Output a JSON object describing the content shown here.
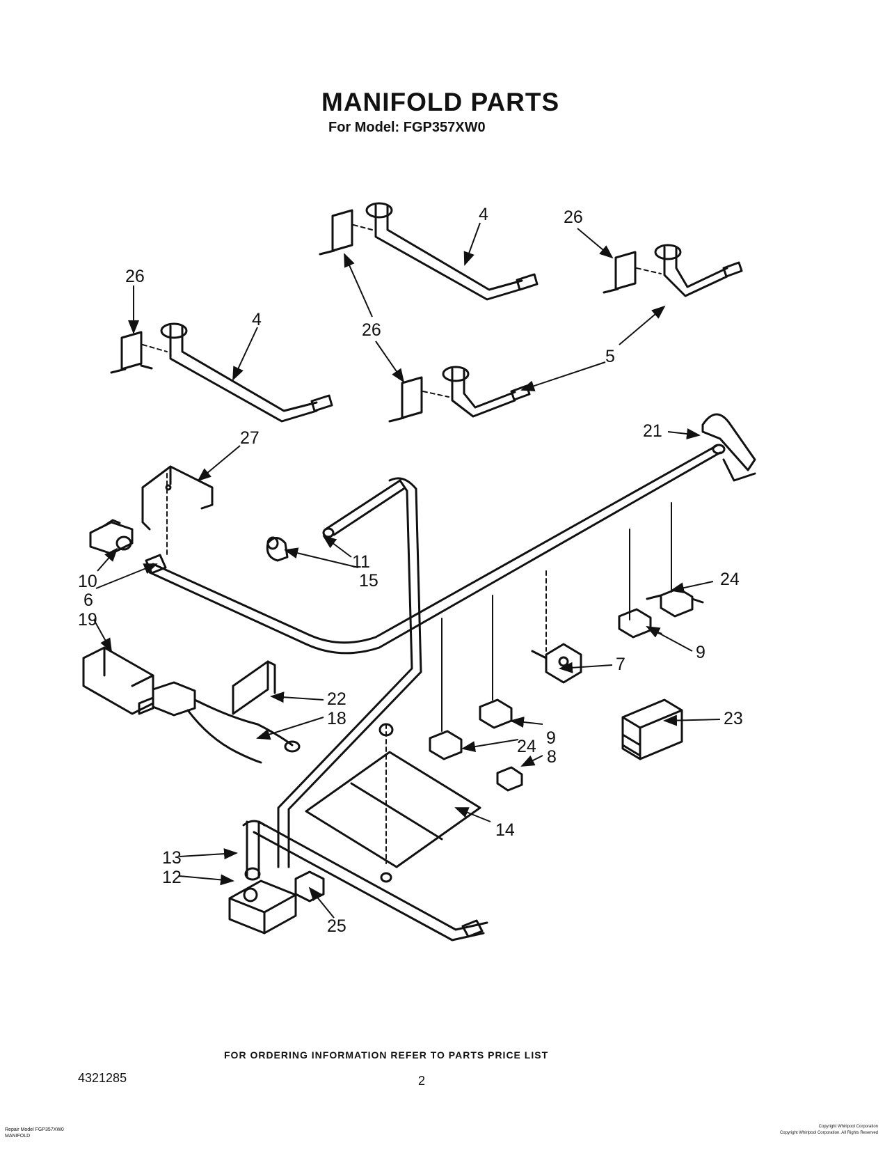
{
  "page": {
    "title": "MANIFOLD PARTS",
    "subtitle": "For Model: FGP357XW0",
    "footer_note": "FOR ORDERING INFORMATION REFER TO PARTS PRICE LIST",
    "doc_number": "4321285",
    "page_number": "2",
    "bottom_left_lines": [
      "Repair Model FGP357XW0",
      "MANIFOLD"
    ],
    "bottom_right_lines": [
      "Copyright Whirlpool Corporation",
      "Copyright Whirlpool Corporation. All Rights Reserved"
    ]
  },
  "callouts": {
    "c4a": "4",
    "c4b": "4",
    "c5": "5",
    "c6": "6",
    "c7": "7",
    "c8": "8",
    "c9a": "9",
    "c9b": "9",
    "c10": "10",
    "c11": "11",
    "c12": "12",
    "c13": "13",
    "c14": "14",
    "c15": "15",
    "c18": "18",
    "c19": "19",
    "c21": "21",
    "c22": "22",
    "c23": "23",
    "c24a": "24",
    "c24b": "24",
    "c25": "25",
    "c26a": "26",
    "c26b": "26",
    "c26c": "26",
    "c27": "27"
  },
  "colors": {
    "ink": "#111111",
    "background": "#ffffff"
  }
}
